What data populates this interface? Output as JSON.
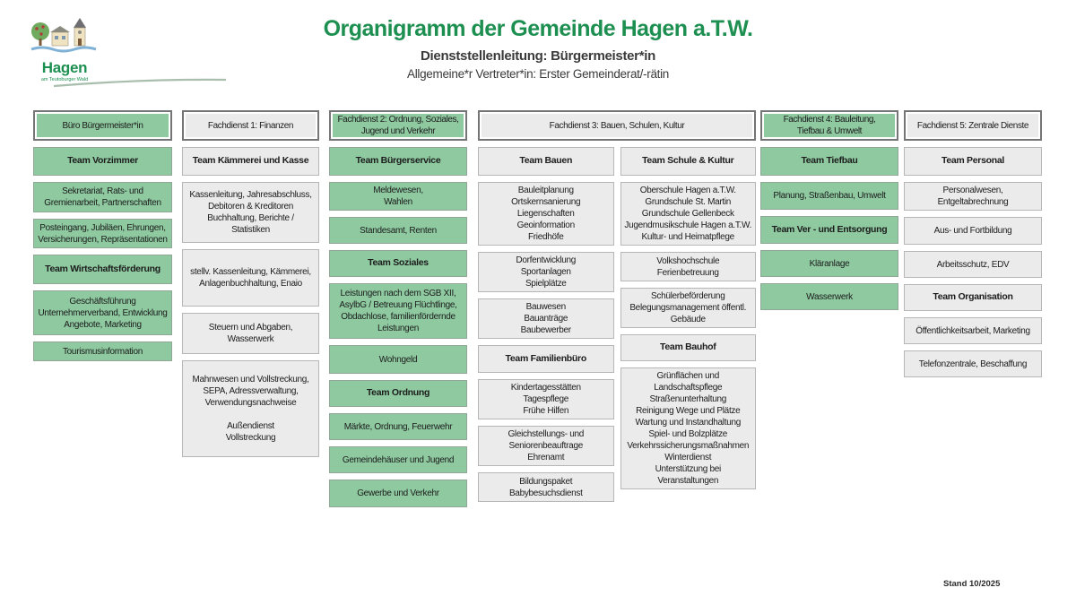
{
  "header": {
    "title": "Organigramm der Gemeinde Hagen a.T.W.",
    "subtitle1": "Dienststellenleitung: Bürgermeister*in",
    "subtitle2": "Allgemeine*r Vertreter*in: Erster Gemeinderat/-rätin"
  },
  "logo": {
    "name": "Hagen",
    "tagline": "am Teutoburger Wald"
  },
  "colors": {
    "accent_green": "#8ec9a0",
    "box_gray": "#ebebeb",
    "title_green": "#1d8f50",
    "header_border_gray": "#757575"
  },
  "columns": [
    {
      "header": "Büro Bürgermeister*in",
      "theme": "green",
      "boxes": [
        {
          "type": "team",
          "text": "Team Vorzimmer"
        },
        {
          "type": "item",
          "text": "Sekretariat, Rats- und\nGremienarbeit, Partnerschaften"
        },
        {
          "type": "item",
          "text": "Posteingang, Jubiläen, Ehrungen,\nVersicherungen, Repräsentationen"
        },
        {
          "type": "team",
          "text": "Team Wirtschaftsförderung"
        },
        {
          "type": "item",
          "text": "Geschäftsführung\nUnternehmerverband, Entwicklung\nAngebote, Marketing"
        },
        {
          "type": "item",
          "text": "Tourismusinformation"
        }
      ]
    },
    {
      "header": "Fachdienst 1: Finanzen",
      "theme": "gray",
      "boxes": [
        {
          "type": "team",
          "text": "Team Kämmerei und Kasse"
        },
        {
          "type": "item",
          "text": "Kassenleitung, Jahresabschluss,\nDebitoren & Kreditoren\nBuchhaltung, Berichte /\nStatistiken"
        },
        {
          "type": "item",
          "text": "stellv. Kassenleitung, Kämmerei,\nAnlagenbuchhaltung, Enaio"
        },
        {
          "type": "item",
          "text": "Steuern und Abgaben, Wasserwerk"
        },
        {
          "type": "item",
          "text": "Mahnwesen und Vollstreckung,\nSEPA, Adressverwaltung,\nVerwendungsnachweise\n\nAußendienst\nVollstreckung"
        }
      ]
    },
    {
      "header": "Fachdienst 2: Ordnung, Soziales,\nJugend und Verkehr",
      "theme": "green",
      "boxes": [
        {
          "type": "team",
          "text": "Team Bürgerservice"
        },
        {
          "type": "item",
          "text": "Meldewesen,\nWahlen"
        },
        {
          "type": "item",
          "text": "Standesamt, Renten"
        },
        {
          "type": "team",
          "text": "Team Soziales"
        },
        {
          "type": "item",
          "text": "Leistungen nach dem SGB XII,\nAsylbG / Betreuung Flüchtlinge,\nObdachlose, familienfördernde\nLeistungen"
        },
        {
          "type": "item",
          "text": "Wohngeld"
        },
        {
          "type": "team",
          "text": "Team Ordnung"
        },
        {
          "type": "item",
          "text": "Märkte, Ordnung, Feuerwehr"
        },
        {
          "type": "item",
          "text": "Gemeindehäuser und Jugend"
        },
        {
          "type": "item",
          "text": "Gewerbe und Verkehr"
        }
      ]
    },
    {
      "header": "Fachdienst 3: Bauen, Schulen, Kultur",
      "theme": "gray",
      "stacks": [
        {
          "boxes": [
            {
              "type": "team",
              "text": "Team Bauen"
            },
            {
              "type": "item",
              "text": "Bauleitplanung\nOrtskernsanierung\nLiegenschaften\nGeoinformation\nFriedhöfe"
            },
            {
              "type": "item",
              "text": "Dorfentwicklung\nSportanlagen\nSpielplätze"
            },
            {
              "type": "item",
              "text": "Bauwesen\nBauanträge\nBaubewerber"
            },
            {
              "type": "team",
              "text": "Team Familienbüro"
            },
            {
              "type": "item",
              "text": "Kindertagesstätten\nTagespflege\nFrühe Hilfen"
            },
            {
              "type": "item",
              "text": "Gleichstellungs- und\nSeniorenbeauftrage\nEhrenamt"
            },
            {
              "type": "item",
              "text": "Bildungspaket\nBabybesuchsdienst"
            }
          ]
        },
        {
          "boxes": [
            {
              "type": "team",
              "text": "Team Schule & Kultur"
            },
            {
              "type": "item",
              "text": "Oberschule Hagen a.T.W.\nGrundschule St. Martin\nGrundschule Gellenbeck\nJugendmusikschule Hagen a.T.W.\nKultur- und Heimatpflege"
            },
            {
              "type": "item",
              "text": "Volkshochschule\nFerienbetreuung"
            },
            {
              "type": "item",
              "text": "Schülerbeförderung\nBelegungsmanagement öffentl.\nGebäude"
            },
            {
              "type": "team",
              "text": "Team Bauhof"
            },
            {
              "type": "item",
              "text": "Grünflächen und Landschaftspflege\nStraßenunterhaltung\nReinigung Wege und Plätze\nWartung und Instandhaltung\nSpiel- und Bolzplätze\nVerkehrssicherungsmaßnahmen\nWinterdienst\nUnterstützung bei Veranstaltungen"
            }
          ]
        }
      ]
    },
    {
      "header": "Fachdienst 4: Bauleitung,\nTiefbau & Umwelt",
      "theme": "green",
      "boxes": [
        {
          "type": "team",
          "text": "Team Tiefbau"
        },
        {
          "type": "item",
          "text": "Planung, Straßenbau, Umwelt"
        },
        {
          "type": "team",
          "text": "Team Ver - und Entsorgung"
        },
        {
          "type": "item",
          "text": "Kläranlage"
        },
        {
          "type": "item",
          "text": "Wasserwerk"
        }
      ]
    },
    {
      "header": "Fachdienst 5: Zentrale Dienste",
      "theme": "gray",
      "boxes": [
        {
          "type": "team",
          "text": "Team Personal"
        },
        {
          "type": "item",
          "text": "Personalwesen,\nEntgeltabrechnung"
        },
        {
          "type": "item",
          "text": "Aus- und Fortbildung"
        },
        {
          "type": "item",
          "text": "Arbeitsschutz, EDV"
        },
        {
          "type": "team",
          "text": "Team Organisation"
        },
        {
          "type": "item",
          "text": "Öffentlichkeitsarbeit, Marketing"
        },
        {
          "type": "item",
          "text": "Telefonzentrale, Beschaffung"
        }
      ]
    }
  ],
  "footer": {
    "stand": "Stand 10/2025"
  }
}
